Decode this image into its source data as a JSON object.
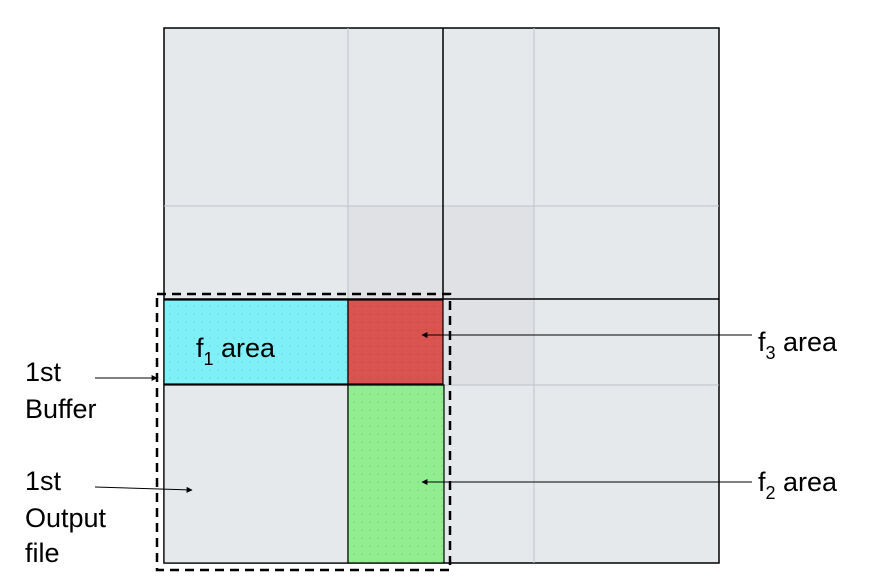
{
  "regions": {
    "f1": {
      "base": "f",
      "sub": "1",
      "suffix": " area",
      "color": "#80f0f8"
    },
    "f2": {
      "base": "f",
      "sub": "2",
      "suffix": " area",
      "color": "#90ee90"
    },
    "f3": {
      "base": "f",
      "sub": "3",
      "suffix": " area",
      "color": "#d9534f"
    }
  },
  "labels": {
    "buffer_line1": "1st",
    "buffer_line2": "Buffer",
    "output_line1": "1st",
    "output_line2": "Output",
    "output_line3": "file"
  },
  "colors": {
    "grid_fill": "#e6e9ec",
    "grid_line": "#bfc3c7",
    "outline": "#000000"
  }
}
